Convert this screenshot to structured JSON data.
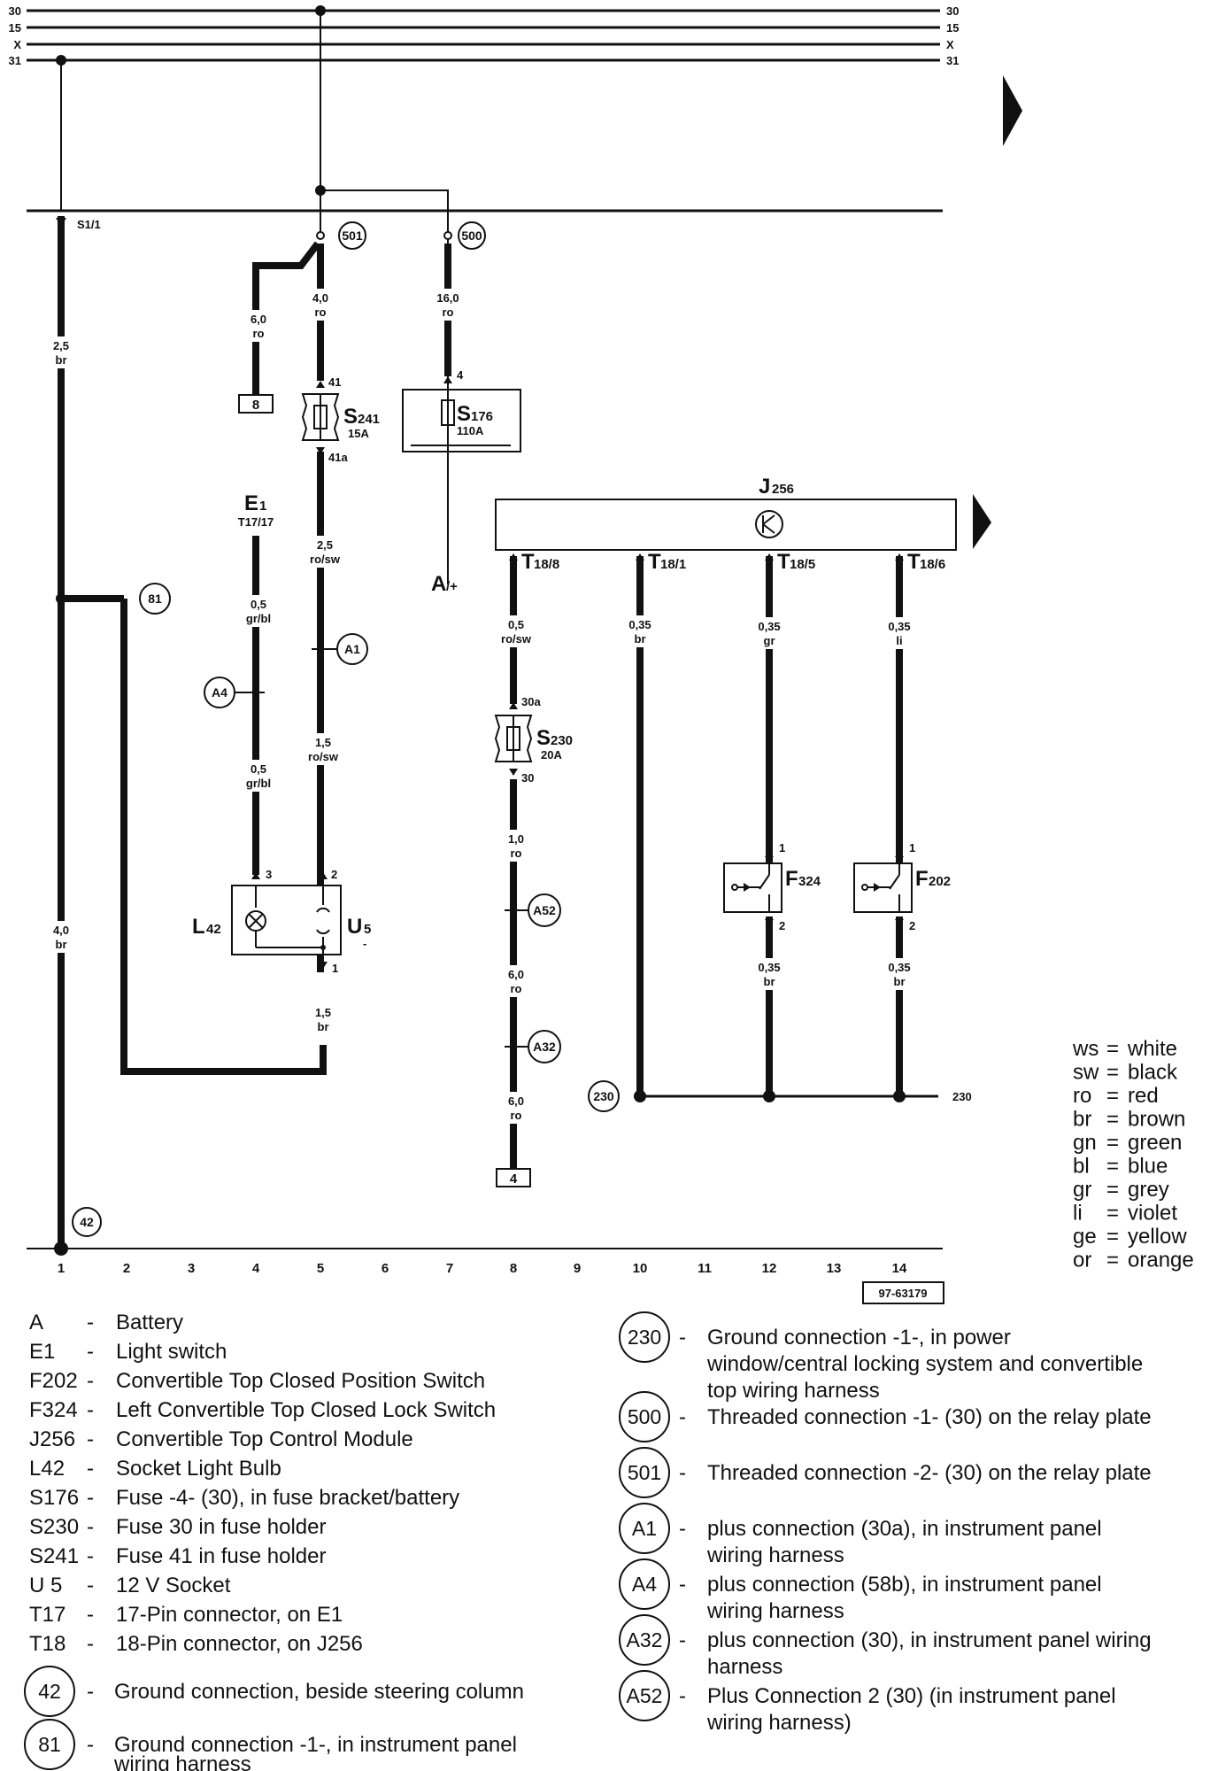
{
  "bus_labels": {
    "b30": "30",
    "b15": "15",
    "bX": "X",
    "b31": "31"
  },
  "top": {
    "s11": "S1/1",
    "c501": "501",
    "c500": "500"
  },
  "wires": {
    "w1a": [
      "2,5",
      "br"
    ],
    "w1b": [
      "4,0",
      "br"
    ],
    "w4a": [
      "6,0",
      "ro"
    ],
    "w5a": [
      "4,0",
      "ro"
    ],
    "w7a": [
      "16,0",
      "ro"
    ],
    "w4b": [
      "0,5",
      "gr/bl"
    ],
    "w4c": [
      "0,5",
      "gr/bl"
    ],
    "w5b": [
      "2,5",
      "ro/sw"
    ],
    "w5c": [
      "1,5",
      "ro/sw"
    ],
    "w5d": [
      "1,5",
      "br"
    ],
    "w8a": [
      "0,5",
      "ro/sw"
    ],
    "w8b": [
      "1,0",
      "ro"
    ],
    "w8c": [
      "6,0",
      "ro"
    ],
    "w8d": [
      "6,0",
      "ro"
    ],
    "w10": [
      "0,35",
      "br"
    ],
    "w12a": [
      "0,35",
      "gr"
    ],
    "w14a": [
      "0,35",
      "li"
    ],
    "w12b": [
      "0,35",
      "br"
    ],
    "w14b": [
      "0,35",
      "br"
    ]
  },
  "components": {
    "s241": {
      "name": "S",
      "sub": "241",
      "rating": "15A",
      "pin_in": "41",
      "pin_out": "41a"
    },
    "s176": {
      "name": "S",
      "sub": "176",
      "rating": "110A",
      "pin_in": "4"
    },
    "s230": {
      "name": "S",
      "sub": "230",
      "rating": "20A",
      "pin_in": "30a",
      "pin_out": "30"
    },
    "e1": {
      "name": "E",
      "sub": "1",
      "conn": "T17/17"
    },
    "j256": {
      "name": "J",
      "sub": "256"
    },
    "t18": [
      {
        "name": "T",
        "sub": "18/8"
      },
      {
        "name": "T",
        "sub": "18/1"
      },
      {
        "name": "T",
        "sub": "18/5"
      },
      {
        "name": "T",
        "sub": "18/6"
      }
    ],
    "l42": {
      "name": "L",
      "sub": "42"
    },
    "u5": {
      "name": "U",
      "sub": "5",
      "dash": "-"
    },
    "l42_pins": {
      "p3": "3",
      "p2": "2",
      "p1": "1"
    },
    "f324": {
      "name": "F",
      "sub": "324",
      "p1": "1",
      "p2": "2"
    },
    "f202": {
      "name": "F",
      "sub": "202",
      "p1": "1",
      "p2": "2"
    },
    "aplus": {
      "name": "A",
      "sub": "/+"
    }
  },
  "box_refs": {
    "box8": "8",
    "box4": "4"
  },
  "circles": {
    "c81": "81",
    "cA1": "A1",
    "cA4": "A4",
    "cA52": "A52",
    "cA32": "A32",
    "c230": "230",
    "c42": "42",
    "g230": "230"
  },
  "ruler": [
    "1",
    "2",
    "3",
    "4",
    "5",
    "6",
    "7",
    "8",
    "9",
    "10",
    "11",
    "12",
    "13",
    "14"
  ],
  "ref_number": "97-63179",
  "color_legend": [
    {
      "code": "ws",
      "color": "white"
    },
    {
      "code": "sw",
      "color": "black"
    },
    {
      "code": "ro",
      "color": "red"
    },
    {
      "code": "br",
      "color": "brown"
    },
    {
      "code": "gn",
      "color": "green"
    },
    {
      "code": "bl",
      "color": "blue"
    },
    {
      "code": "gr",
      "color": "grey"
    },
    {
      "code": "li",
      "color": "violet"
    },
    {
      "code": "ge",
      "color": "yellow"
    },
    {
      "code": "or",
      "color": "orange"
    }
  ],
  "key_left": [
    {
      "code": "A",
      "desc": "Battery"
    },
    {
      "code": "E1",
      "desc": "Light switch"
    },
    {
      "code": "F202",
      "desc": "Convertible Top Closed Position Switch"
    },
    {
      "code": "F324",
      "desc": "Left Convertible Top Closed Lock Switch"
    },
    {
      "code": "J256",
      "desc": "Convertible Top Control Module"
    },
    {
      "code": "L42",
      "desc": "Socket Light Bulb"
    },
    {
      "code": "S176",
      "desc": "Fuse -4- (30), in fuse bracket/battery"
    },
    {
      "code": "S230",
      "desc": "Fuse 30 in fuse holder"
    },
    {
      "code": "S241",
      "desc": "Fuse 41 in fuse holder"
    },
    {
      "code": "U 5",
      "desc": "12 V Socket"
    },
    {
      "code": "T17",
      "desc": "17-Pin connector, on E1"
    },
    {
      "code": "T18",
      "desc": "18-Pin connector, on J256"
    }
  ],
  "key_left_circles": [
    {
      "code": "42",
      "lines": [
        "Ground connection, beside steering column"
      ]
    },
    {
      "code": "81",
      "lines": [
        "Ground connection -1-, in instrument panel",
        "wiring harness"
      ]
    }
  ],
  "key_right": [
    {
      "code": "230",
      "lines": [
        "Ground connection -1-, in power",
        "window/central locking system and  convertible",
        "top wiring harness"
      ]
    },
    {
      "code": "500",
      "lines": [
        "Threaded connection -1- (30) on the relay plate"
      ]
    },
    {
      "code": "501",
      "lines": [
        "Threaded connection -2- (30) on the relay plate"
      ]
    },
    {
      "code": "A1",
      "lines": [
        "plus connection (30a), in instrument panel",
        "wiring harness"
      ]
    },
    {
      "code": "A4",
      "lines": [
        "plus connection (58b), in instrument panel",
        "wiring harness"
      ]
    },
    {
      "code": "A32",
      "lines": [
        "plus connection (30), in instrument panel wiring",
        "harness"
      ]
    },
    {
      "code": "A52",
      "lines": [
        "Plus Connection 2 (30) (in instrument panel",
        "wiring harness)"
      ]
    }
  ],
  "dash": "-"
}
